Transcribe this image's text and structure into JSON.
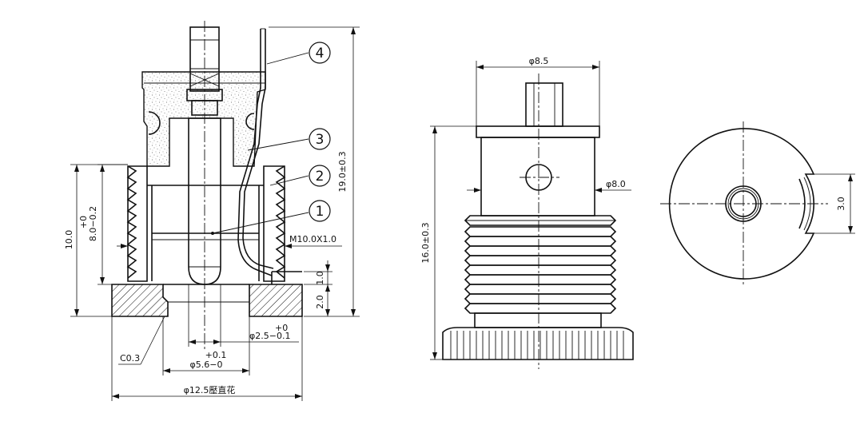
{
  "section_view": {
    "balloons": [
      "4",
      "3",
      "2",
      "1"
    ],
    "dims": {
      "overall_height": "19.0±0.3",
      "body_height": "10.0",
      "thread_len_main": "8.0−0.2",
      "thread_len_tol": "+0",
      "thread": "M10.0X1.0",
      "flange_gap": "1.0",
      "flange_thk": "2.0",
      "pin_dia_main": "φ2.5−0.1",
      "pin_dia_tol": "+0",
      "bore_dia_main": "φ5.6−0",
      "bore_dia_tol": "+0.1",
      "chamfer": "C0.3",
      "knurl_dia": "φ12.5壓直花"
    }
  },
  "side_view": {
    "dims": {
      "top_dia": "φ8.5",
      "body_dia": "φ8.0",
      "height": "16.0±0.3"
    }
  },
  "end_view": {
    "dims": {
      "slot": "3.0"
    }
  }
}
